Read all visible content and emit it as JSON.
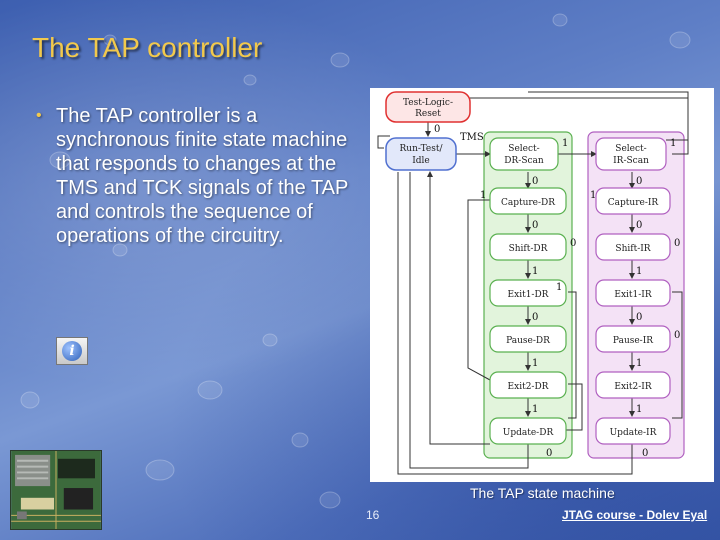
{
  "slide": {
    "title": "The TAP controller",
    "bullet": "The TAP controller is a synchronous finite state machine that responds to changes at the TMS and TCK signals of the TAP and controls the sequence of operations of the circuitry.",
    "caption": "The TAP state machine",
    "page_number": "16",
    "footer": "JTAG course - Dolev Eyal"
  },
  "diagram": {
    "states": {
      "reset": [
        "Test-Logic-",
        "Reset"
      ],
      "idle": [
        "Run-Test/",
        "Idle"
      ],
      "select_dr": [
        "Select-",
        "DR-Scan"
      ],
      "select_ir": [
        "Select-",
        "IR-Scan"
      ],
      "dr_column": [
        "Capture-DR",
        "Shift-DR",
        "Exit1-DR",
        "Pause-DR",
        "Exit2-DR",
        "Update-DR"
      ],
      "ir_column": [
        "Capture-IR",
        "Shift-IR",
        "Exit1-IR",
        "Pause-IR",
        "Exit2-IR",
        "Update-IR"
      ]
    },
    "tms_label": "TMS",
    "edge_one": "1",
    "edge_zero": "0",
    "colors": {
      "reset": "#e03030",
      "idle": "#5070d0",
      "dr": "#5ab050",
      "ir": "#b060c0",
      "line": "#333333"
    }
  },
  "icons": {
    "bullet": "•",
    "info": "i"
  }
}
